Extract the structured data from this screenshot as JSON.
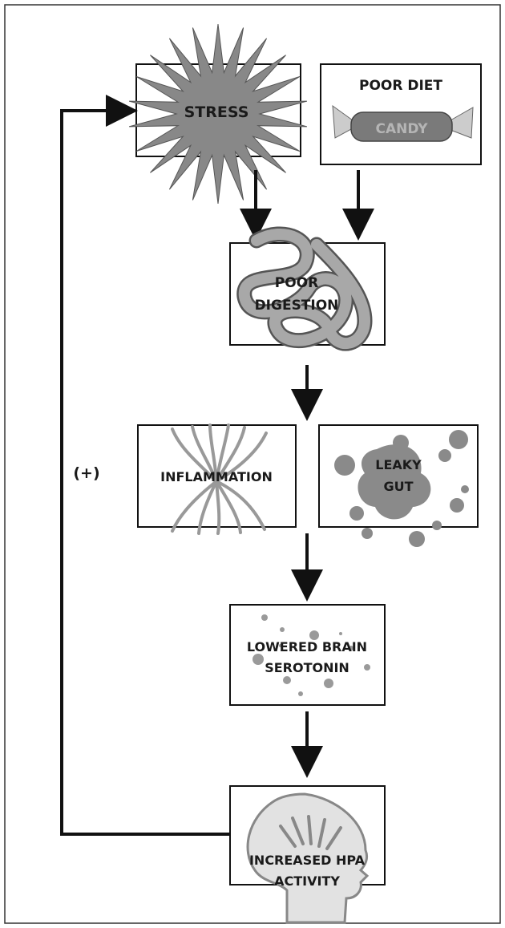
{
  "diagram": {
    "nodes": {
      "stress": {
        "label": "STRESS"
      },
      "poor_diet": {
        "label": "POOR DIET",
        "candy_text": "CANDY"
      },
      "poor_digestion": {
        "line1": "POOR",
        "line2": "DIGESTION"
      },
      "inflammation": {
        "label": "INFLAMMATION"
      },
      "leaky_gut": {
        "line1": "LEAKY",
        "line2": "GUT"
      },
      "lowered_serotonin": {
        "line1": "LOWERED BRAIN",
        "line2": "SEROTONIN"
      },
      "increased_hpa": {
        "line1": "INCREASED HPA",
        "line2": "ACTIVITY"
      }
    },
    "feedback_label": "(+)"
  }
}
